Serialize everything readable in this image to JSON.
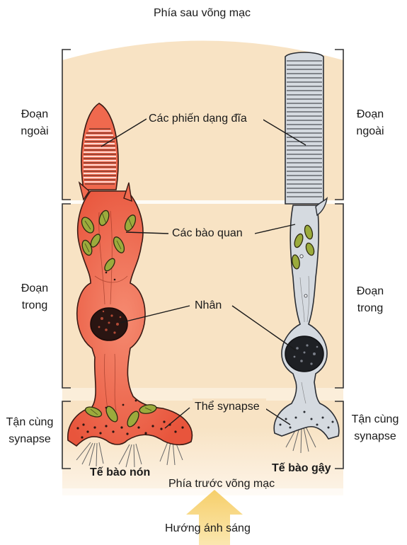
{
  "top_label": "Phía sau võng mạc",
  "bottom_label": "Phía trước võng mạc",
  "light_label": "Hướng ánh sáng",
  "left_sections": {
    "outer": [
      "Đoạn",
      "ngoài"
    ],
    "inner": [
      "Đoạn",
      "trong"
    ],
    "synaptic": [
      "Tận cùng",
      "synapse"
    ]
  },
  "right_sections": {
    "outer": [
      "Đoạn",
      "ngoài"
    ],
    "inner": [
      "Đoạn",
      "trong"
    ],
    "synaptic": [
      "Tận cùng",
      "synapse"
    ]
  },
  "callouts": {
    "discs": "Các phiến dạng đĩa",
    "organelles": "Các bào quan",
    "nucleus": "Nhân",
    "synaptic_body": "Thể synapse"
  },
  "cells": {
    "cone": "Tế bào nón",
    "rod": "Tế bào gậy"
  },
  "colors": {
    "background_band": "#f8e3c4",
    "cone_fill": "#f0694e",
    "cone_outline": "#3a1a14",
    "rod_fill": "#d5dae0",
    "mitochondria": "#9bab3c",
    "arrow": "#f7d57b"
  }
}
